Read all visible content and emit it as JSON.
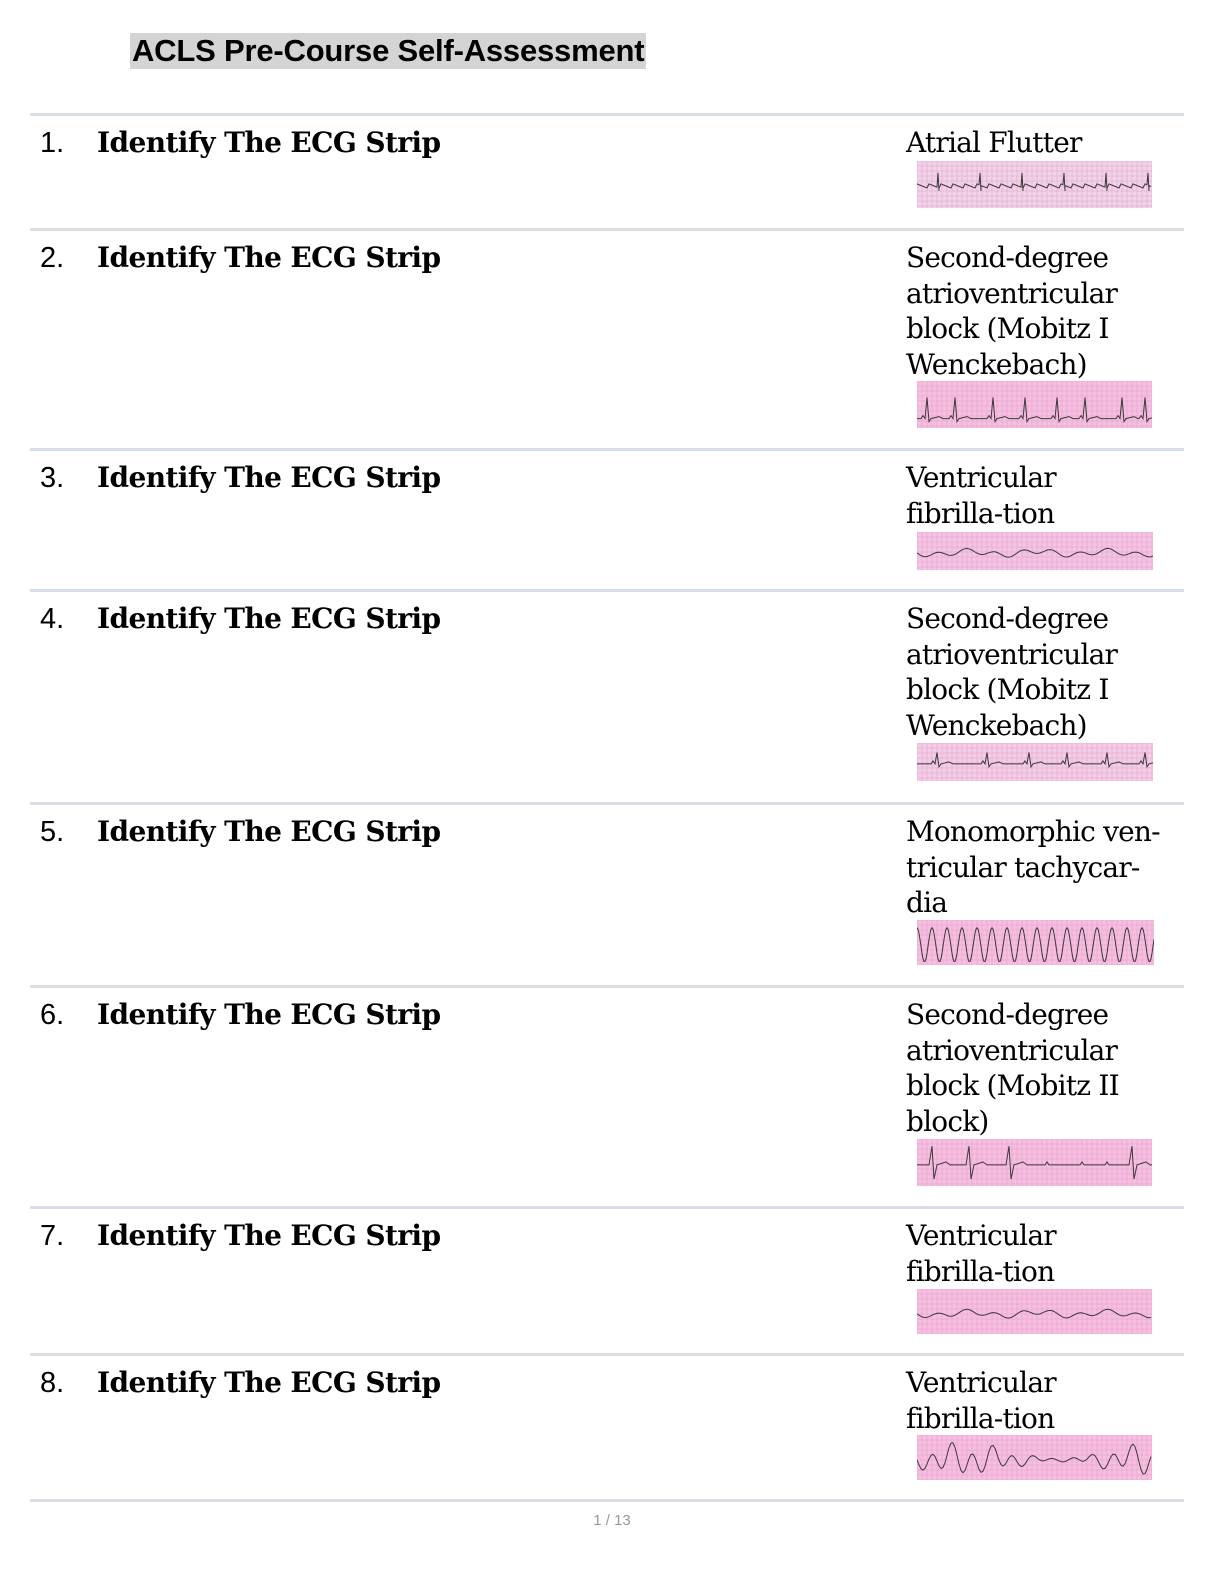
{
  "document": {
    "title": "ACLS Pre-Course Self-Assessment",
    "page_indicator": "1 / 13"
  },
  "questions": [
    {
      "number": "1.",
      "prompt": "Identify The ECG Strip",
      "answer_lines": [
        "Atrial Flutter"
      ],
      "strip": {
        "rhythm": "atrial-flutter",
        "background_color": "#f1d2e8"
      }
    },
    {
      "number": "2.",
      "prompt": "Identify The ECG Strip",
      "answer_lines": [
        "Second-degree",
        "atrioventricular",
        "block (Mobitz I",
        "Wenckebach)"
      ],
      "strip": {
        "rhythm": "mobitz-i",
        "background_color": "#f6bfe0"
      }
    },
    {
      "number": "3.",
      "prompt": "Identify The ECG Strip",
      "answer_lines": [
        "Ventricular",
        "fibrilla-tion"
      ],
      "strip": {
        "rhythm": "vfib-fine",
        "background_color": "#f5c4e4"
      }
    },
    {
      "number": "4.",
      "prompt": "Identify The ECG Strip",
      "answer_lines": [
        "Second-degree",
        "atrioventricular",
        "block (Mobitz I",
        "Wenckebach)"
      ],
      "strip": {
        "rhythm": "mobitz-i-small",
        "background_color": "#f3cde6"
      }
    },
    {
      "number": "5.",
      "prompt": "Identify The ECG Strip",
      "answer_lines": [
        "Monomorphic ven-",
        "tricular tachycar-",
        "dia"
      ],
      "strip": {
        "rhythm": "vtach",
        "background_color": "#f6bfe0"
      }
    },
    {
      "number": "6.",
      "prompt": "Identify The ECG Strip",
      "answer_lines": [
        "Second-degree",
        "atrioventricular",
        "block (Mobitz II",
        "block)"
      ],
      "strip": {
        "rhythm": "mobitz-ii",
        "background_color": "#f6bfe0"
      }
    },
    {
      "number": "7.",
      "prompt": "Identify The ECG Strip",
      "answer_lines": [
        "Ventricular",
        "fibrilla-tion"
      ],
      "strip": {
        "rhythm": "vfib-fine",
        "background_color": "#f6bfe0"
      }
    },
    {
      "number": "8.",
      "prompt": "Identify The ECG Strip",
      "answer_lines": [
        "Ventricular",
        "fibrilla-tion"
      ],
      "strip": {
        "rhythm": "vfib-coarse",
        "background_color": "#f6bfe0"
      }
    }
  ]
}
